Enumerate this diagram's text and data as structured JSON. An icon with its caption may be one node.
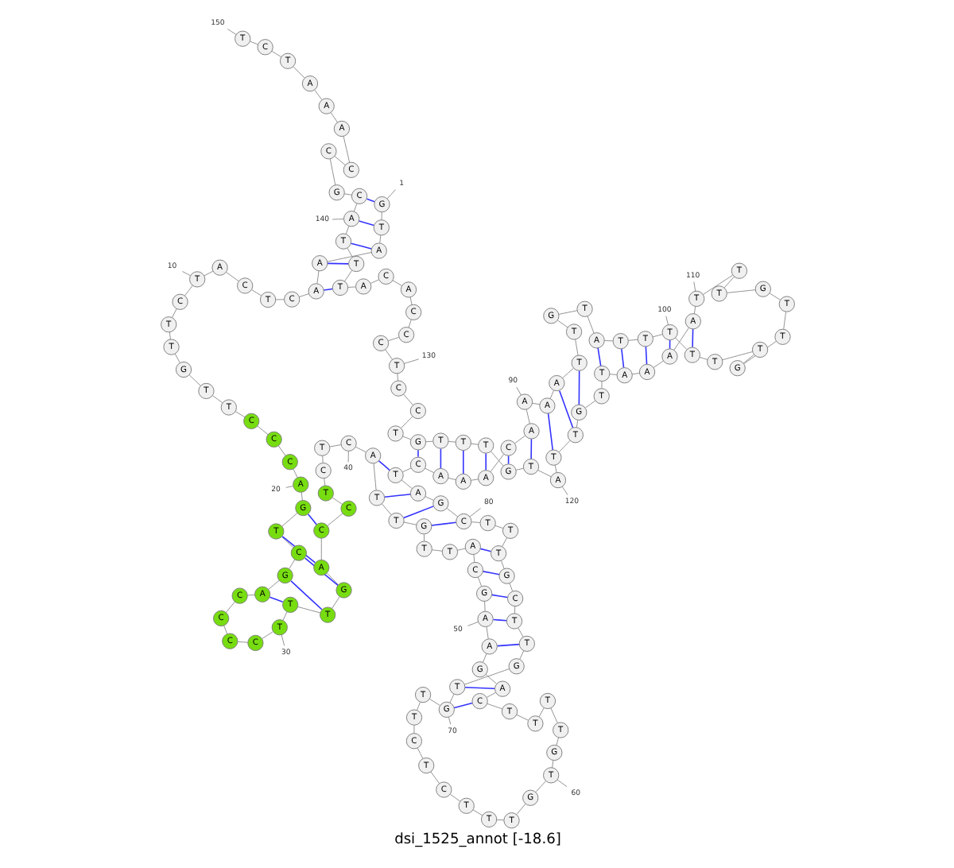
{
  "diagram": {
    "title": "dsi_1525_annot [-18.6]",
    "nodes": [
      {
        "text": [
          "G"
        ]
      },
      {
        "text": [
          "T"
        ]
      },
      {
        "text": [
          "A"
        ]
      },
      {
        "text": [
          "A"
        ]
      },
      {
        "text": [
          "A"
        ]
      },
      {
        "text": [
          "C"
        ]
      },
      {
        "text": [
          "T"
        ]
      },
      {
        "text": [
          "C"
        ]
      },
      {
        "text": [
          "A"
        ]
      },
      {
        "text": [
          "T"
        ]
      },
      {
        "text": [
          "C"
        ]
      },
      {
        "text": [
          "T"
        ]
      },
      {
        "text": [
          "T"
        ]
      },
      {
        "text": [
          "G"
        ]
      },
      {
        "text": [
          "T"
        ]
      },
      {
        "text": [
          "T"
        ]
      },
      {
        "text": [
          "C"
        ]
      },
      {
        "text": [
          "C"
        ]
      },
      {
        "text": [
          "C"
        ]
      },
      {
        "text": [
          "A"
        ]
      },
      {
        "text": [
          "G"
        ]
      },
      {
        "text": [
          "T"
        ]
      },
      {
        "text": [
          "C"
        ]
      },
      {
        "text": [
          "G"
        ]
      },
      {
        "text": [
          "A"
        ]
      },
      {
        "text": [
          "C"
        ]
      },
      {
        "text": [
          "C"
        ]
      },
      {
        "text": [
          "C"
        ]
      },
      {
        "text": [
          "C"
        ]
      },
      {
        "text": [
          "T"
        ]
      },
      {
        "text": [
          "T"
        ]
      },
      {
        "text": [
          "T"
        ]
      },
      {
        "text": [
          "G"
        ]
      },
      {
        "text": [
          "A"
        ]
      },
      {
        "text": [
          "C"
        ]
      },
      {
        "text": [
          "C"
        ]
      },
      {
        "text": [
          "T"
        ]
      },
      {
        "text": [
          "C"
        ]
      },
      {
        "text": [
          "T"
        ]
      },
      {
        "text": [
          "C"
        ]
      },
      {
        "text": [
          "A"
        ]
      },
      {
        "text": [
          "T"
        ]
      },
      {
        "text": [
          "T"
        ]
      },
      {
        "text": [
          "G"
        ]
      },
      {
        "text": [
          "T"
        ]
      },
      {
        "text": [
          "T"
        ]
      },
      {
        "text": [
          "A"
        ]
      },
      {
        "text": [
          "C"
        ]
      },
      {
        "text": [
          "G"
        ]
      },
      {
        "text": [
          "A"
        ]
      },
      {
        "text": [
          "A"
        ]
      },
      {
        "text": [
          "G"
        ]
      },
      {
        "text": [
          "A"
        ]
      },
      {
        "text": [
          "C"
        ]
      },
      {
        "text": [
          "T"
        ]
      },
      {
        "text": [
          "T"
        ]
      },
      {
        "text": [
          "T"
        ]
      },
      {
        "text": [
          "T"
        ]
      },
      {
        "text": [
          "G"
        ]
      },
      {
        "text": [
          "T"
        ]
      },
      {
        "text": [
          "G"
        ]
      },
      {
        "text": [
          "T"
        ]
      },
      {
        "text": [
          "T"
        ]
      },
      {
        "text": [
          "T"
        ]
      },
      {
        "text": [
          "C"
        ]
      },
      {
        "text": [
          "T"
        ]
      },
      {
        "text": [
          "C"
        ]
      },
      {
        "text": [
          "T"
        ]
      },
      {
        "text": [
          "T"
        ]
      },
      {
        "text": [
          "G"
        ]
      },
      {
        "text": [
          "T"
        ]
      },
      {
        "text": [
          "G"
        ]
      },
      {
        "text": [
          "T"
        ]
      },
      {
        "text": [
          "T"
        ]
      },
      {
        "text": [
          "C"
        ]
      },
      {
        "text": [
          "G"
        ]
      },
      {
        "text": [
          "T"
        ]
      },
      {
        "text": [
          "T"
        ]
      },
      {
        "text": [
          "T"
        ]
      },
      {
        "text": [
          "C"
        ]
      },
      {
        "text": [
          "G"
        ]
      },
      {
        "text": [
          "A"
        ]
      },
      {
        "text": [
          "T"
        ]
      },
      {
        "text": [
          "C"
        ]
      },
      {
        "text": [
          "A"
        ]
      },
      {
        "text": [
          "A"
        ]
      },
      {
        "text": [
          "A"
        ]
      },
      {
        "text": [
          "C"
        ]
      },
      {
        "text": [
          "A"
        ]
      },
      {
        "text": [
          "A"
        ]
      },
      {
        "text": [
          "A"
        ]
      },
      {
        "text": [
          "A"
        ]
      },
      {
        "text": [
          "T"
        ]
      },
      {
        "text": [
          "T"
        ]
      },
      {
        "text": [
          "G"
        ]
      },
      {
        "text": [
          "T"
        ]
      },
      {
        "text": [
          "A"
        ]
      },
      {
        "text": [
          "T"
        ]
      },
      {
        "text": [
          "T"
        ]
      },
      {
        "text": [
          "T"
        ]
      },
      {
        "text": [
          "T"
        ]
      },
      {
        "text": [
          "T"
        ]
      },
      {
        "text": [
          "T"
        ]
      },
      {
        "text": [
          "G"
        ]
      },
      {
        "text": [
          "T"
        ]
      },
      {
        "text": [
          "T"
        ]
      },
      {
        "text": [
          "G"
        ]
      },
      {
        "text": [
          "T"
        ]
      },
      {
        "text": [
          "T"
        ]
      },
      {
        "text": [
          "T"
        ]
      },
      {
        "text": [
          "A"
        ]
      },
      {
        "text": [
          "A"
        ]
      },
      {
        "text": [
          "A"
        ]
      },
      {
        "text": [
          "A"
        ]
      },
      {
        "text": [
          "T"
        ]
      },
      {
        "text": [
          "T"
        ]
      },
      {
        "text": [
          "G"
        ]
      },
      {
        "text": [
          "T"
        ]
      },
      {
        "text": [
          "T"
        ]
      },
      {
        "text": [
          "A"
        ]
      },
      {
        "text": [
          "T"
        ]
      },
      {
        "text": [
          "G"
        ]
      },
      {
        "text": [
          "T"
        ]
      },
      {
        "text": [
          "T"
        ]
      },
      {
        "text": [
          "T"
        ]
      },
      {
        "text": [
          "G"
        ]
      },
      {
        "text": [
          "T"
        ]
      },
      {
        "text": [
          "C"
        ]
      },
      {
        "text": [
          "C"
        ]
      },
      {
        "text": [
          "T"
        ]
      },
      {
        "text": [
          "C"
        ]
      },
      {
        "text": [
          "C"
        ]
      },
      {
        "text": [
          "C"
        ]
      },
      {
        "text": [
          "A"
        ]
      },
      {
        "text": [
          "C"
        ]
      },
      {
        "text": [
          "A"
        ]
      },
      {
        "text": [
          "T"
        ]
      },
      {
        "text": [
          "T"
        ]
      },
      {
        "text": [
          "T"
        ]
      },
      {
        "text": [
          "A"
        ]
      },
      {
        "text": [
          "C"
        ]
      },
      {
        "text": [
          "G"
        ]
      },
      {
        "text": [
          "C"
        ]
      },
      {
        "text": [
          "C"
        ]
      },
      {
        "text": [
          "A"
        ]
      },
      {
        "text": [
          "A"
        ]
      },
      {
        "text": [
          "A"
        ]
      },
      {
        "text": [
          "T"
        ]
      },
      {
        "text": [
          "C"
        ]
      },
      {
        "text": [
          "T"
        ]
      },
      {
        "text": [
          "1"
        ]
      },
      {
        "text": [
          "10"
        ]
      },
      {
        "text": [
          "20"
        ]
      },
      {
        "text": [
          "30"
        ]
      },
      {
        "text": [
          "40"
        ]
      },
      {
        "text": [
          "50"
        ]
      },
      {
        "text": [
          "60"
        ]
      },
      {
        "text": [
          "70"
        ]
      },
      {
        "text": [
          "80"
        ]
      },
      {
        "text": [
          "90"
        ]
      },
      {
        "text": [
          "100"
        ]
      },
      {
        "text": [
          "110"
        ]
      },
      {
        "text": [
          "120"
        ]
      },
      {
        "text": [
          "130"
        ]
      },
      {
        "text": [
          "140"
        ]
      },
      {
        "text": [
          "150"
        ]
      }
    ],
    "edges": [
      {
        "from": 0,
        "to": 1,
        "arrow": "none"
      },
      {
        "from": 1,
        "to": 2,
        "arrow": "none"
      },
      {
        "from": 2,
        "to": 3,
        "arrow": "none"
      },
      {
        "from": 3,
        "to": 4,
        "arrow": "none"
      },
      {
        "from": 4,
        "to": 5,
        "arrow": "none"
      },
      {
        "from": 5,
        "to": 6,
        "arrow": "none"
      },
      {
        "from": 6,
        "to": 7,
        "arrow": "none"
      },
      {
        "from": 7,
        "to": 8,
        "arrow": "none"
      },
      {
        "from": 8,
        "to": 9,
        "arrow": "none"
      },
      {
        "from": 9,
        "to": 10,
        "arrow": "none"
      },
      {
        "from": 10,
        "to": 11,
        "arrow": "none"
      },
      {
        "from": 11,
        "to": 12,
        "arrow": "none"
      },
      {
        "from": 12,
        "to": 13,
        "arrow": "none"
      },
      {
        "from": 13,
        "to": 14,
        "arrow": "none"
      },
      {
        "from": 14,
        "to": 15,
        "arrow": "none"
      },
      {
        "from": 15,
        "to": 16,
        "arrow": "none"
      },
      {
        "from": 16,
        "to": 17,
        "arrow": "none"
      },
      {
        "from": 17,
        "to": 18,
        "arrow": "none"
      },
      {
        "from": 18,
        "to": 19,
        "arrow": "none"
      },
      {
        "from": 19,
        "to": 20,
        "arrow": "none"
      },
      {
        "from": 20,
        "to": 21,
        "arrow": "none"
      },
      {
        "from": 21,
        "to": 22,
        "arrow": "none"
      },
      {
        "from": 22,
        "to": 23,
        "arrow": "none"
      },
      {
        "from": 23,
        "to": 24,
        "arrow": "none"
      },
      {
        "from": 24,
        "to": 25,
        "arrow": "none"
      },
      {
        "from": 25,
        "to": 26,
        "arrow": "none"
      },
      {
        "from": 26,
        "to": 27,
        "arrow": "none"
      },
      {
        "from": 27,
        "to": 28,
        "arrow": "none"
      },
      {
        "from": 28,
        "to": 29,
        "arrow": "none"
      },
      {
        "from": 29,
        "to": 30,
        "arrow": "none"
      },
      {
        "from": 30,
        "to": 31,
        "arrow": "none"
      },
      {
        "from": 31,
        "to": 32,
        "arrow": "none"
      },
      {
        "from": 32,
        "to": 33,
        "arrow": "none"
      },
      {
        "from": 33,
        "to": 34,
        "arrow": "none"
      },
      {
        "from": 34,
        "to": 35,
        "arrow": "none"
      },
      {
        "from": 35,
        "to": 36,
        "arrow": "none"
      },
      {
        "from": 36,
        "to": 37,
        "arrow": "none"
      },
      {
        "from": 37,
        "to": 38,
        "arrow": "none"
      },
      {
        "from": 38,
        "to": 39,
        "arrow": "none"
      },
      {
        "from": 39,
        "to": 40,
        "arrow": "none"
      },
      {
        "from": 40,
        "to": 41,
        "arrow": "none"
      },
      {
        "from": 41,
        "to": 42,
        "arrow": "none"
      },
      {
        "from": 42,
        "to": 43,
        "arrow": "none"
      },
      {
        "from": 43,
        "to": 44,
        "arrow": "none"
      },
      {
        "from": 44,
        "to": 45,
        "arrow": "none"
      },
      {
        "from": 45,
        "to": 46,
        "arrow": "none"
      },
      {
        "from": 46,
        "to": 47,
        "arrow": "none"
      },
      {
        "from": 47,
        "to": 48,
        "arrow": "none"
      },
      {
        "from": 48,
        "to": 49,
        "arrow": "none"
      },
      {
        "from": 49,
        "to": 50,
        "arrow": "none"
      },
      {
        "from": 50,
        "to": 51,
        "arrow": "none"
      },
      {
        "from": 51,
        "to": 52,
        "arrow": "none"
      },
      {
        "from": 52,
        "to": 53,
        "arrow": "none"
      },
      {
        "from": 53,
        "to": 54,
        "arrow": "none"
      },
      {
        "from": 54,
        "to": 55,
        "arrow": "none"
      },
      {
        "from": 55,
        "to": 56,
        "arrow": "none"
      },
      {
        "from": 56,
        "to": 57,
        "arrow": "none"
      },
      {
        "from": 57,
        "to": 58,
        "arrow": "none"
      },
      {
        "from": 58,
        "to": 59,
        "arrow": "none"
      },
      {
        "from": 59,
        "to": 60,
        "arrow": "none"
      },
      {
        "from": 60,
        "to": 61,
        "arrow": "none"
      },
      {
        "from": 61,
        "to": 62,
        "arrow": "none"
      },
      {
        "from": 62,
        "to": 63,
        "arrow": "none"
      },
      {
        "from": 63,
        "to": 64,
        "arrow": "none"
      },
      {
        "from": 64,
        "to": 65,
        "arrow": "none"
      },
      {
        "from": 65,
        "to": 66,
        "arrow": "none"
      },
      {
        "from": 66,
        "to": 67,
        "arrow": "none"
      },
      {
        "from": 67,
        "to": 68,
        "arrow": "none"
      },
      {
        "from": 68,
        "to": 69,
        "arrow": "none"
      },
      {
        "from": 69,
        "to": 70,
        "arrow": "none"
      },
      {
        "from": 70,
        "to": 71,
        "arrow": "none"
      },
      {
        "from": 71,
        "to": 72,
        "arrow": "none"
      },
      {
        "from": 72,
        "to": 73,
        "arrow": "none"
      },
      {
        "from": 73,
        "to": 74,
        "arrow": "none"
      },
      {
        "from": 74,
        "to": 75,
        "arrow": "none"
      },
      {
        "from": 75,
        "to": 76,
        "arrow": "none"
      },
      {
        "from": 76,
        "to": 77,
        "arrow": "none"
      },
      {
        "from": 77,
        "to": 78,
        "arrow": "none"
      },
      {
        "from": 78,
        "to": 79,
        "arrow": "none"
      },
      {
        "from": 79,
        "to": 80,
        "arrow": "none"
      },
      {
        "from": 80,
        "to": 81,
        "arrow": "none"
      },
      {
        "from": 81,
        "to": 82,
        "arrow": "none"
      },
      {
        "from": 82,
        "to": 83,
        "arrow": "none"
      },
      {
        "from": 83,
        "to": 84,
        "arrow": "none"
      },
      {
        "from": 84,
        "to": 85,
        "arrow": "none"
      },
      {
        "from": 85,
        "to": 86,
        "arrow": "none"
      },
      {
        "from": 86,
        "to": 87,
        "arrow": "none"
      },
      {
        "from": 87,
        "to": 88,
        "arrow": "none"
      },
      {
        "from": 88,
        "to": 89,
        "arrow": "none"
      },
      {
        "from": 89,
        "to": 90,
        "arrow": "none"
      },
      {
        "from": 90,
        "to": 91,
        "arrow": "none"
      },
      {
        "from": 91,
        "to": 92,
        "arrow": "none"
      },
      {
        "from": 92,
        "to": 93,
        "arrow": "none"
      },
      {
        "from": 93,
        "to": 94,
        "arrow": "none"
      },
      {
        "from": 94,
        "to": 95,
        "arrow": "none"
      },
      {
        "from": 95,
        "to": 96,
        "arrow": "none"
      },
      {
        "from": 96,
        "to": 97,
        "arrow": "none"
      },
      {
        "from": 97,
        "to": 98,
        "arrow": "none"
      },
      {
        "from": 98,
        "to": 99,
        "arrow": "none"
      },
      {
        "from": 99,
        "to": 100,
        "arrow": "none"
      },
      {
        "from": 100,
        "to": 101,
        "arrow": "none"
      },
      {
        "from": 101,
        "to": 102,
        "arrow": "none"
      },
      {
        "from": 102,
        "to": 103,
        "arrow": "none"
      },
      {
        "from": 103,
        "to": 104,
        "arrow": "none"
      },
      {
        "from": 104,
        "to": 105,
        "arrow": "none"
      },
      {
        "from": 105,
        "to": 106,
        "arrow": "none"
      },
      {
        "from": 106,
        "to": 107,
        "arrow": "none"
      },
      {
        "from": 107,
        "to": 108,
        "arrow": "none"
      },
      {
        "from": 108,
        "to": 109,
        "arrow": "none"
      },
      {
        "from": 109,
        "to": 110,
        "arrow": "none"
      },
      {
        "from": 110,
        "to": 111,
        "arrow": "none"
      },
      {
        "from": 111,
        "to": 112,
        "arrow": "none"
      },
      {
        "from": 112,
        "to": 113,
        "arrow": "none"
      },
      {
        "from": 113,
        "to": 114,
        "arrow": "none"
      },
      {
        "from": 114,
        "to": 115,
        "arrow": "none"
      },
      {
        "from": 115,
        "to": 116,
        "arrow": "none"
      },
      {
        "from": 116,
        "to": 117,
        "arrow": "none"
      },
      {
        "from": 117,
        "to": 118,
        "arrow": "none"
      },
      {
        "from": 118,
        "to": 119,
        "arrow": "none"
      },
      {
        "from": 119,
        "to": 120,
        "arrow": "none"
      },
      {
        "from": 120,
        "to": 121,
        "arrow": "none"
      },
      {
        "from": 121,
        "to": 122,
        "arrow": "none"
      },
      {
        "from": 122,
        "to": 123,
        "arrow": "none"
      },
      {
        "from": 123,
        "to": 124,
        "arrow": "none"
      },
      {
        "from": 124,
        "to": 125,
        "arrow": "none"
      },
      {
        "from": 125,
        "to": 126,
        "arrow": "none"
      },
      {
        "from": 126,
        "to": 127,
        "arrow": "none"
      },
      {
        "from": 127,
        "to": 128,
        "arrow": "none"
      },
      {
        "from": 128,
        "to": 129,
        "arrow": "none"
      },
      {
        "from": 129,
        "to": 130,
        "arrow": "none"
      },
      {
        "from": 130,
        "to": 131,
        "arrow": "none"
      },
      {
        "from": 131,
        "to": 132,
        "arrow": "none"
      },
      {
        "from": 132,
        "to": 133,
        "arrow": "none"
      },
      {
        "from": 133,
        "to": 134,
        "arrow": "none"
      },
      {
        "from": 134,
        "to": 135,
        "arrow": "none"
      },
      {
        "from": 135,
        "to": 136,
        "arrow": "none"
      },
      {
        "from": 136,
        "to": 137,
        "arrow": "none"
      },
      {
        "from": 137,
        "to": 138,
        "arrow": "none"
      },
      {
        "from": 138,
        "to": 139,
        "arrow": "none"
      },
      {
        "from": 139,
        "to": 140,
        "arrow": "none"
      },
      {
        "from": 140,
        "to": 141,
        "arrow": "none"
      },
      {
        "from": 141,
        "to": 142,
        "arrow": "none"
      },
      {
        "from": 142,
        "to": 143,
        "arrow": "none"
      },
      {
        "from": 143,
        "to": 144,
        "arrow": "none"
      },
      {
        "from": 144,
        "to": 145,
        "arrow": "none"
      },
      {
        "from": 145,
        "to": 146,
        "arrow": "none"
      },
      {
        "from": 146,
        "to": 147,
        "arrow": "none"
      },
      {
        "from": 147,
        "to": 148,
        "arrow": "none"
      },
      {
        "from": 148,
        "to": 149,
        "arrow": "none"
      },
      {
        "from": 0,
        "to": 140,
        "arrow": "none",
        "color": "#3333ff"
      },
      {
        "from": 1,
        "to": 139,
        "arrow": "none",
        "color": "#3333ff"
      },
      {
        "from": 2,
        "to": 138,
        "arrow": "none",
        "color": "#3333ff"
      },
      {
        "from": 3,
        "to": 137,
        "arrow": "none",
        "color": "#3333ff"
      },
      {
        "from": 4,
        "to": 136,
        "arrow": "none",
        "color": "#3333ff"
      },
      {
        "from": 20,
        "to": 34,
        "arrow": "none",
        "color": "#3333ff"
      },
      {
        "from": 21,
        "to": 33,
        "arrow": "none",
        "color": "#3333ff"
      },
      {
        "from": 22,
        "to": 32,
        "arrow": "none",
        "color": "#3333ff"
      },
      {
        "from": 23,
        "to": 31,
        "arrow": "none",
        "color": "#3333ff"
      },
      {
        "from": 24,
        "to": 30,
        "arrow": "none",
        "color": "#3333ff"
      },
      {
        "from": 40,
        "to": 82,
        "arrow": "none",
        "color": "#3333ff"
      },
      {
        "from": 41,
        "to": 81,
        "arrow": "none",
        "color": "#3333ff"
      },
      {
        "from": 42,
        "to": 80,
        "arrow": "none",
        "color": "#3333ff"
      },
      {
        "from": 43,
        "to": 79,
        "arrow": "none",
        "color": "#3333ff"
      },
      {
        "from": 46,
        "to": 76,
        "arrow": "none",
        "color": "#3333ff"
      },
      {
        "from": 47,
        "to": 75,
        "arrow": "none",
        "color": "#3333ff"
      },
      {
        "from": 48,
        "to": 74,
        "arrow": "none",
        "color": "#3333ff"
      },
      {
        "from": 49,
        "to": 73,
        "arrow": "none",
        "color": "#3333ff"
      },
      {
        "from": 50,
        "to": 72,
        "arrow": "none",
        "color": "#3333ff"
      },
      {
        "from": 52,
        "to": 70,
        "arrow": "none",
        "color": "#3333ff"
      },
      {
        "from": 53,
        "to": 69,
        "arrow": "none",
        "color": "#3333ff"
      },
      {
        "from": 83,
        "to": 125,
        "arrow": "none",
        "color": "#3333ff"
      },
      {
        "from": 84,
        "to": 124,
        "arrow": "none",
        "color": "#3333ff"
      },
      {
        "from": 85,
        "to": 123,
        "arrow": "none",
        "color": "#3333ff"
      },
      {
        "from": 86,
        "to": 122,
        "arrow": "none",
        "color": "#3333ff"
      },
      {
        "from": 87,
        "to": 121,
        "arrow": "none",
        "color": "#3333ff"
      },
      {
        "from": 88,
        "to": 120,
        "arrow": "none",
        "color": "#3333ff"
      },
      {
        "from": 90,
        "to": 118,
        "arrow": "none",
        "color": "#3333ff"
      },
      {
        "from": 91,
        "to": 117,
        "arrow": "none",
        "color": "#3333ff"
      },
      {
        "from": 92,
        "to": 116,
        "arrow": "none",
        "color": "#3333ff"
      },
      {
        "from": 96,
        "to": 114,
        "arrow": "none",
        "color": "#3333ff"
      },
      {
        "from": 97,
        "to": 113,
        "arrow": "none",
        "color": "#3333ff"
      },
      {
        "from": 98,
        "to": 112,
        "arrow": "none",
        "color": "#3333ff"
      },
      {
        "from": 99,
        "to": 111,
        "arrow": "none",
        "color": "#3333ff"
      },
      {
        "from": 100,
        "to": 110,
        "arrow": "none",
        "color": "#3333ff"
      },
      {
        "from": 150,
        "to": 0,
        "arrow": "none"
      },
      {
        "from": 151,
        "to": 9,
        "arrow": "none"
      },
      {
        "from": 152,
        "to": 19,
        "arrow": "none"
      },
      {
        "from": 153,
        "to": 29,
        "arrow": "none"
      },
      {
        "from": 154,
        "to": 39,
        "arrow": "none"
      },
      {
        "from": 155,
        "to": 49,
        "arrow": "none"
      },
      {
        "from": 156,
        "to": 59,
        "arrow": "none"
      },
      {
        "from": 157,
        "to": 69,
        "arrow": "none"
      },
      {
        "from": 158,
        "to": 79,
        "arrow": "none"
      },
      {
        "from": 159,
        "to": 89,
        "arrow": "none"
      },
      {
        "from": 160,
        "to": 99,
        "arrow": "none"
      },
      {
        "from": 161,
        "to": 109,
        "arrow": "none"
      },
      {
        "from": 162,
        "to": 119,
        "arrow": "none"
      },
      {
        "from": 163,
        "to": 129,
        "arrow": "none"
      },
      {
        "from": 164,
        "to": 139,
        "arrow": "none"
      },
      {
        "from": 165,
        "to": 149,
        "arrow": "none"
      }
    ]
  }
}
